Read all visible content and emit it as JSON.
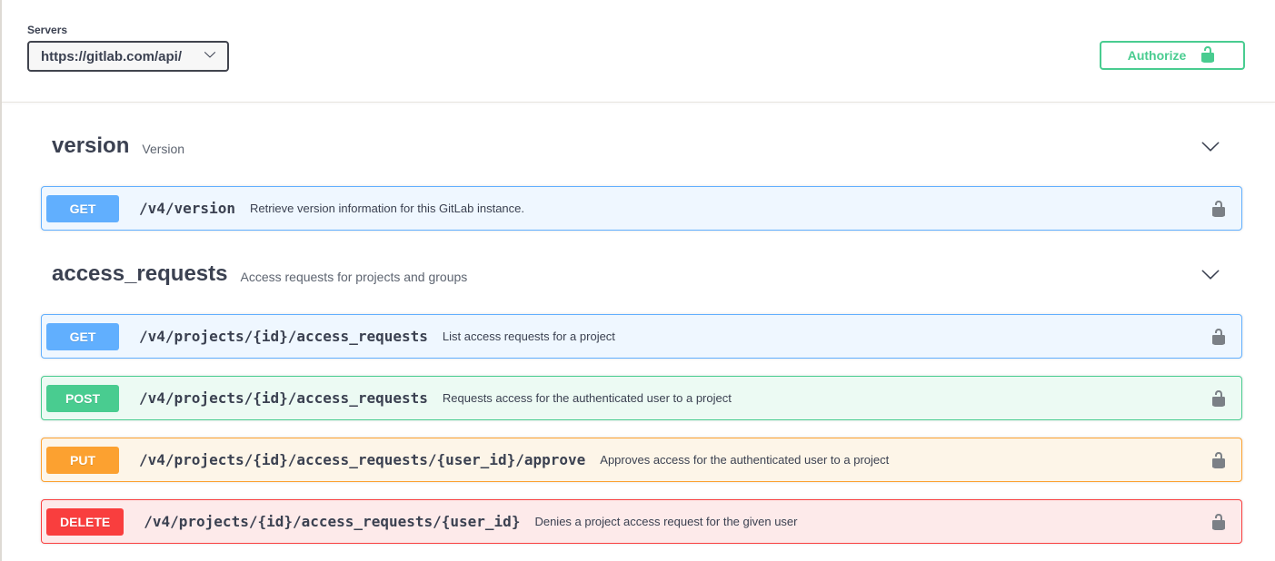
{
  "servers": {
    "label": "Servers",
    "selected_url": "https://gitlab.com/api/"
  },
  "authorize": {
    "label": "Authorize",
    "lock_state": "unlocked"
  },
  "colors": {
    "get": "#61affe",
    "post": "#49cc90",
    "put": "#fca130",
    "delete": "#f93e3e",
    "authorize_accent": "#49cc90",
    "text_primary": "#3b4151"
  },
  "sections": [
    {
      "name": "version",
      "description": "Version",
      "operations": [
        {
          "method": "GET",
          "path": "/v4/version",
          "summary": "Retrieve version information for this GitLab instance."
        }
      ]
    },
    {
      "name": "access_requests",
      "description": "Access requests for projects and groups",
      "operations": [
        {
          "method": "GET",
          "path": "/v4/projects/{id}/access_requests",
          "summary": "List access requests for a project"
        },
        {
          "method": "POST",
          "path": "/v4/projects/{id}/access_requests",
          "summary": "Requests access for the authenticated user to a project"
        },
        {
          "method": "PUT",
          "path": "/v4/projects/{id}/access_requests/{user_id}/approve",
          "summary": "Approves access for the authenticated user to a project"
        },
        {
          "method": "DELETE",
          "path": "/v4/projects/{id}/access_requests/{user_id}",
          "summary": "Denies a project access request for the given user"
        }
      ]
    }
  ]
}
